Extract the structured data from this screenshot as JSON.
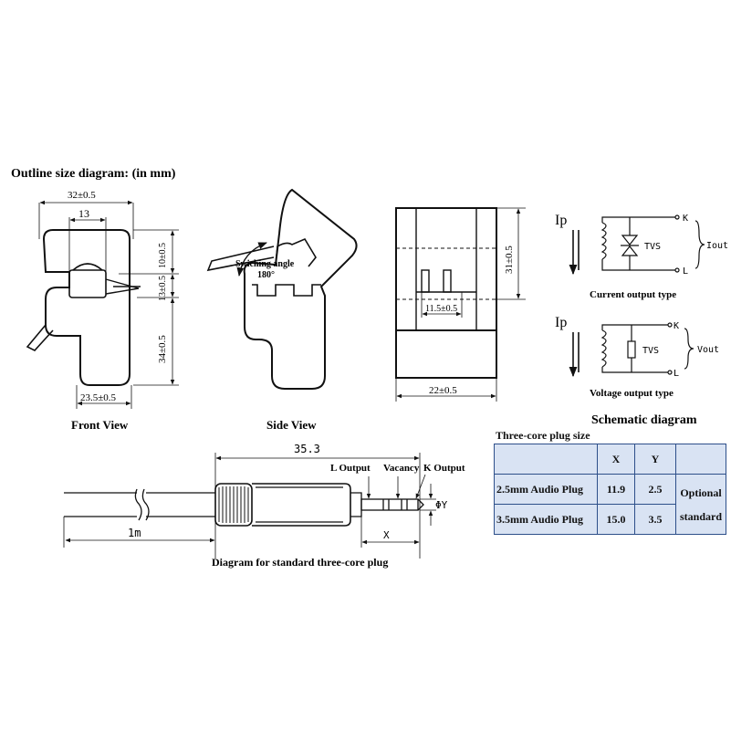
{
  "title": "Outline size diagram: (in mm)",
  "front_view": {
    "caption": "Front View",
    "dim_width": "32±0.5",
    "dim_inner": "13",
    "dim_top": "10±0.5",
    "dim_mid": "13±0.5",
    "dim_bottom": "34±0.5",
    "dim_base": "23.5±0.5"
  },
  "side_view": {
    "caption": "Side View",
    "angle_label_1": "Swiching angle",
    "angle_label_2": "180°"
  },
  "rear_view": {
    "dim_height": "31±0.5",
    "dim_inner": "11.5±0.5",
    "dim_base": "22±0.5"
  },
  "schematic": {
    "caption": "Schematic diagram",
    "current": {
      "ip": "Ip",
      "k": "K",
      "l": "L",
      "tvs": "TVS",
      "out": "Iout",
      "caption": "Current output type"
    },
    "voltage": {
      "ip": "Ip",
      "k": "K",
      "l": "L",
      "tvs": "TVS",
      "out": "Vout",
      "caption": "Voltage output type"
    }
  },
  "plug": {
    "caption": "Diagram for standard three-core plug",
    "length": "35.3",
    "cable": "1m",
    "l_output": "L Output",
    "vacancy": "Vacancy",
    "k_output": "K Output",
    "phi_y": "ΦY",
    "x": "X"
  },
  "plug_table": {
    "title": "Three-core plug size",
    "headers": [
      "",
      "X",
      "Y",
      ""
    ],
    "rows": [
      {
        "name": "2.5mm Audio Plug",
        "x": "11.9",
        "y": "2.5"
      },
      {
        "name": "3.5mm Audio Plug",
        "x": "15.0",
        "y": "3.5"
      }
    ],
    "note_1": "Optional",
    "note_2": "standard"
  }
}
